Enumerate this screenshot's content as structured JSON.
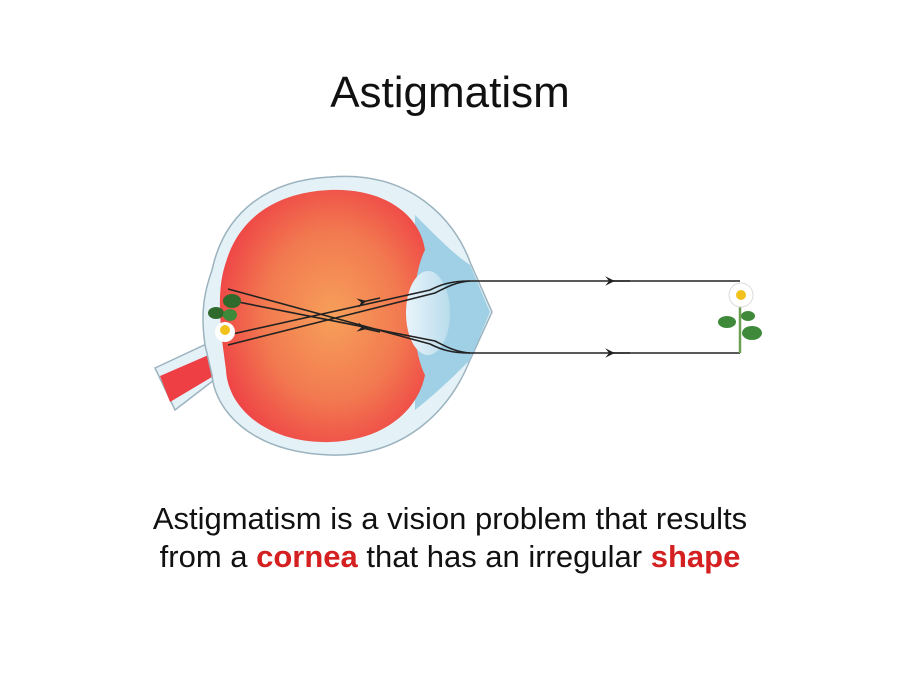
{
  "title": "Astigmatism",
  "diagram": {
    "subject": "eye cross-section with light rays from a flower",
    "object": "flower",
    "image_on_retina": "inverted distorted flower",
    "colors": {
      "eye_interior": "#f25a4a",
      "eye_center": "#f7a05a",
      "sclera": "#e4f1f7",
      "cornea_lens": "#9fd0e6",
      "ray": "#222222",
      "leaf": "#3f8a3a",
      "petal": "#ffffff",
      "flower_center": "#f2c21c"
    }
  },
  "caption": {
    "line1": "Astigmatism is a vision problem that results",
    "line2_part1": "from a ",
    "line2_highlight1": "cornea",
    "line2_part2": " that has an irregular ",
    "line2_highlight2": "shape",
    "highlight_color": "#d42020"
  }
}
